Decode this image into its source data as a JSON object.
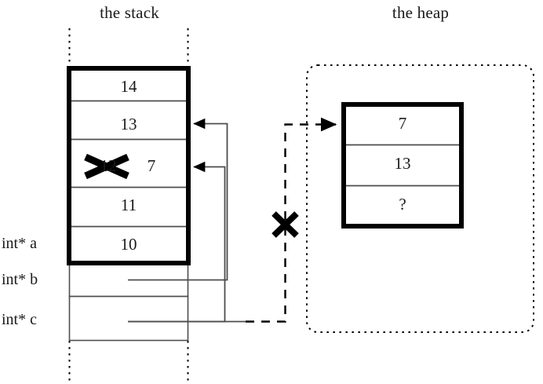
{
  "diagram": {
    "title_stack": "the stack",
    "title_heap": "the heap",
    "colors": {
      "ink": "#000000",
      "text": "#1a1a1a",
      "thin_rule": "#4d4d4d",
      "background": "#ffffff"
    }
  },
  "stack": {
    "label": "the stack",
    "cells": [
      {
        "value": "14",
        "name": "stack-cell-14"
      },
      {
        "value": "13",
        "name": "stack-cell-13"
      },
      {
        "value": "12",
        "name": "stack-cell-12-crossed",
        "crossed_out": true,
        "new_value": "7"
      },
      {
        "value": "11",
        "name": "stack-cell-11"
      },
      {
        "value": "10",
        "name": "stack-cell-10"
      }
    ],
    "variables": [
      {
        "label": "int* a",
        "name": "var-label-a"
      },
      {
        "label": "int* b",
        "name": "var-label-b"
      },
      {
        "label": "int* c",
        "name": "var-label-c"
      }
    ],
    "crossed_cell_old_value": "12",
    "crossed_cell_new_value": "7"
  },
  "heap": {
    "label": "the heap",
    "cells": [
      {
        "value": "7",
        "name": "heap-cell-7"
      },
      {
        "value": "13",
        "name": "heap-cell-13"
      },
      {
        "value": "?",
        "name": "heap-cell-unknown"
      }
    ]
  },
  "annotations": {
    "pointer_b_target": "13",
    "pointer_c_target": "7",
    "dangling_pointer_crossed": true
  }
}
